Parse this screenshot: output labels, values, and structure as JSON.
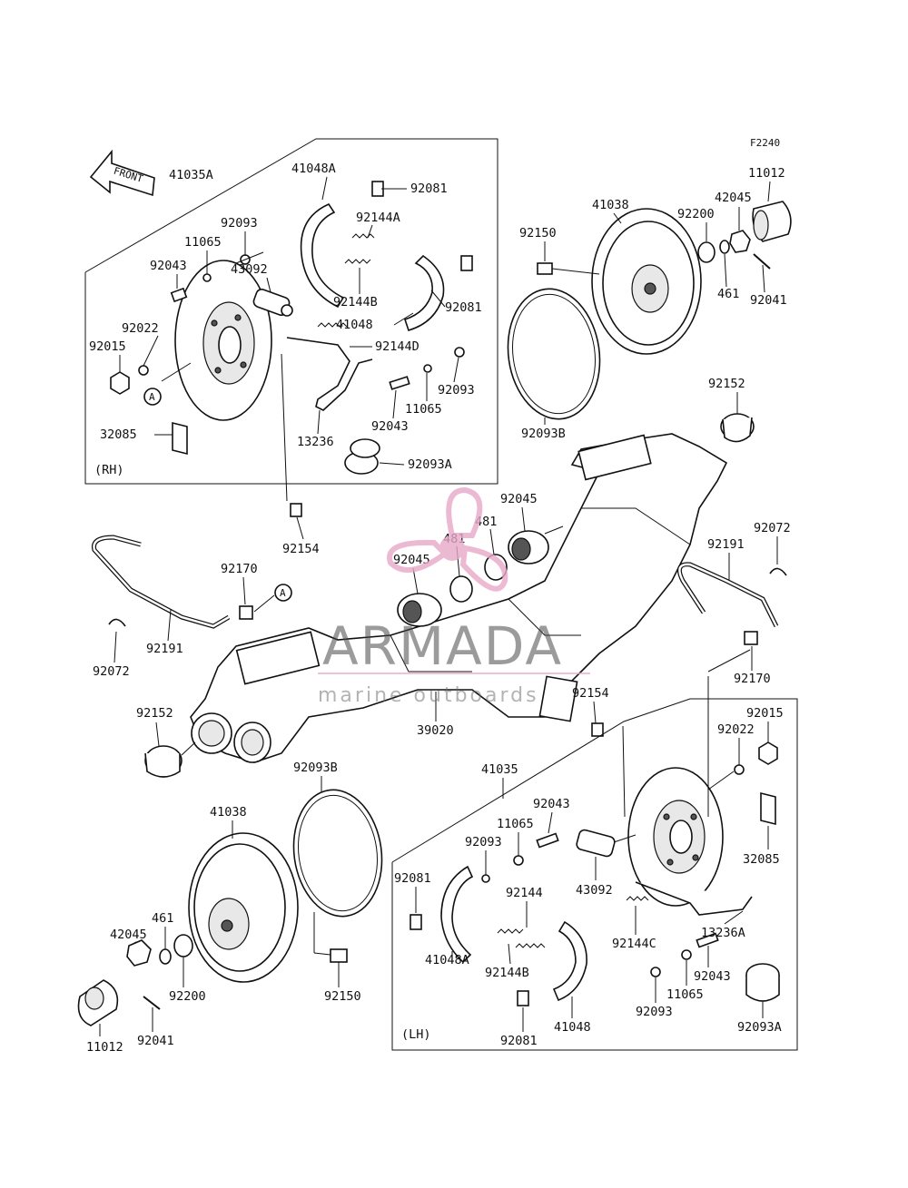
{
  "figure_code": "F2240",
  "front_label": "FRONT",
  "watermark": {
    "brand": "ARMADA",
    "tagline": "marine outboards"
  },
  "section_tags": {
    "rh": "(RH)",
    "lh": "(LH)",
    "ref_a": "A"
  },
  "labels_rh": {
    "p41035A": "41035A",
    "p41048A": "41048A",
    "p92081a": "92081",
    "p92144A": "92144A",
    "p92093a": "92093",
    "p11065a": "11065",
    "p92043a": "92043",
    "p43092": "43092",
    "p92144B": "92144B",
    "p92081b": "92081",
    "p41048": "41048",
    "p92022": "92022",
    "p92015": "92015",
    "p92144D": "92144D",
    "p92093b": "92093",
    "p11065b": "11065",
    "p92043b": "92043",
    "p32085": "32085",
    "p13236": "13236",
    "p92093A": "92093A"
  },
  "labels_drum_rh": {
    "p92150": "92150",
    "p41038": "41038",
    "p92200": "92200",
    "p42045": "42045",
    "p11012": "11012",
    "p461": "461",
    "p92041": "92041",
    "p92093B": "92093B"
  },
  "labels_axle": {
    "p92152a": "92152",
    "p92045a": "92045",
    "p481a": "481",
    "p481b": "481",
    "p92045b": "92045",
    "p92072a": "92072",
    "p92191a": "92191",
    "p92154a": "92154",
    "p92170a": "92170",
    "p92191b": "92191",
    "p92072b": "92072",
    "p92170b": "92170",
    "p92152b": "92152",
    "p39020": "39020",
    "p92154b": "92154"
  },
  "labels_lh": {
    "p92015": "92015",
    "p92022": "92022",
    "p41035": "41035",
    "p92043a": "92043",
    "p11065a": "11065",
    "p92093a": "92093",
    "p92081a": "92081",
    "p43092": "43092",
    "p32085": "32085",
    "p92144": "92144",
    "p92144C": "92144C",
    "p13236A": "13236A",
    "p41048A": "41048A",
    "p92144B": "92144B",
    "p92043b": "92043",
    "p11065b": "11065",
    "p92093b": "92093",
    "p92093A": "92093A",
    "p41048": "41048",
    "p92081b": "92081"
  },
  "labels_drum_lh": {
    "p92093B": "92093B",
    "p41038": "41038",
    "p461": "461",
    "p42045": "42045",
    "p92200": "92200",
    "p92150": "92150",
    "p11012": "11012",
    "p92041": "92041"
  },
  "colors": {
    "ink": "#111111",
    "watermark_pink": "#e8a8c8",
    "watermark_gray": "#555555"
  }
}
